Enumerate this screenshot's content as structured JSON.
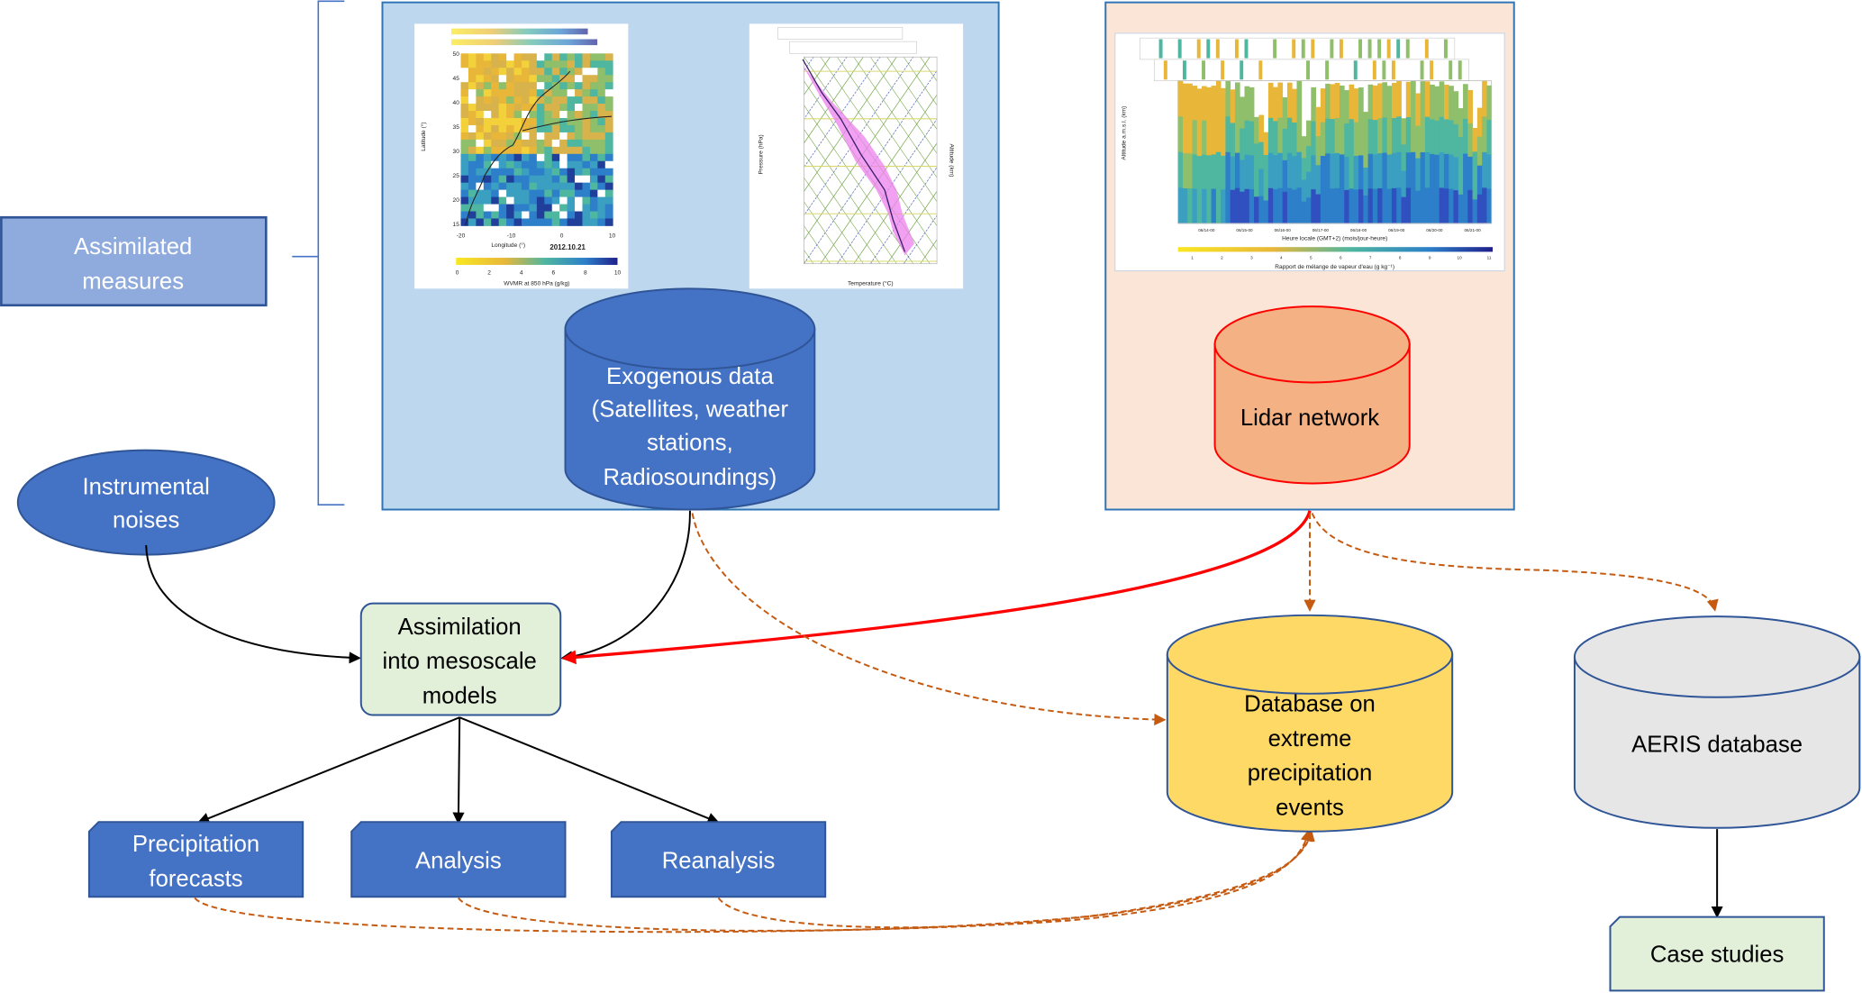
{
  "colors": {
    "blue_panel": "#bdd7ee",
    "peach_panel": "#fbe5d6",
    "primary_blue": "#4472c4",
    "light_blue_box": "#8faadc",
    "border_blue": "#2f5597",
    "light_green": "#e2f0d9",
    "yellow_db": "#ffd966",
    "grey_db": "#e7e6e6",
    "lidar_fill": "#f4b183",
    "red_arrow": "#ff0000",
    "orange_dashed": "#c55a11"
  },
  "assimilated_measures": {
    "line1": "Assimilated",
    "line2": "measures"
  },
  "exogenous": {
    "line1": "Exogenous data",
    "line2": "(Satellites, weather",
    "line3": "stations,",
    "line4": "Radiosoundings)"
  },
  "lidar": {
    "label": "Lidar network"
  },
  "instrumental_noises": {
    "line1": "Instrumental",
    "line2": "noises"
  },
  "assimilation": {
    "line1": "Assimilation",
    "line2": "into mesoscale",
    "line3": "models"
  },
  "outputs": {
    "precipitation": {
      "line1": "Precipitation",
      "line2": "forecasts"
    },
    "analysis": "Analysis",
    "reanalysis": "Reanalysis"
  },
  "database_extreme": {
    "line1": "Database on",
    "line2": "extreme",
    "line3": "precipitation",
    "line4": "events"
  },
  "aeris": {
    "label": "AERIS database"
  },
  "case_studies": {
    "label": "Case studies"
  },
  "satellite_map": {
    "date": "2012.10.21",
    "xlabel": "Longitude (°)",
    "ylabel": "Latitude (°)",
    "colorbar_label": "WVMR at 850 hPa (g/kg)",
    "x_ticks": [
      "-20",
      "-10",
      "0",
      "10"
    ],
    "y_ticks": [
      "50",
      "45",
      "40",
      "35",
      "30",
      "25",
      "20",
      "15"
    ],
    "colorbar_ticks": [
      "0",
      "2",
      "4",
      "6",
      "8",
      "10"
    ]
  },
  "radiosounding": {
    "xlabel": "Temperature (°C)",
    "ylabel": "Pressure (hPa)",
    "y2label": "Altitude (km)"
  },
  "lidar_plot": {
    "xlabel": "Heure locale (GMT+2) (mois/jour-heure)",
    "ylabel": "Altitude a.m.s.l. (km)",
    "colorbar_label": "Rapport de mélange de vapeur d'eau (g kg⁻¹)",
    "x_ticks": [
      "06/14-00",
      "06/15-00",
      "06/16-00",
      "06/17-00",
      "06/18-00",
      "06/19-00",
      "06/20-00",
      "06/21-00"
    ],
    "colorbar_ticks": [
      "1",
      "2",
      "3",
      "4",
      "5",
      "6",
      "7",
      "8",
      "9",
      "10",
      "11"
    ]
  }
}
